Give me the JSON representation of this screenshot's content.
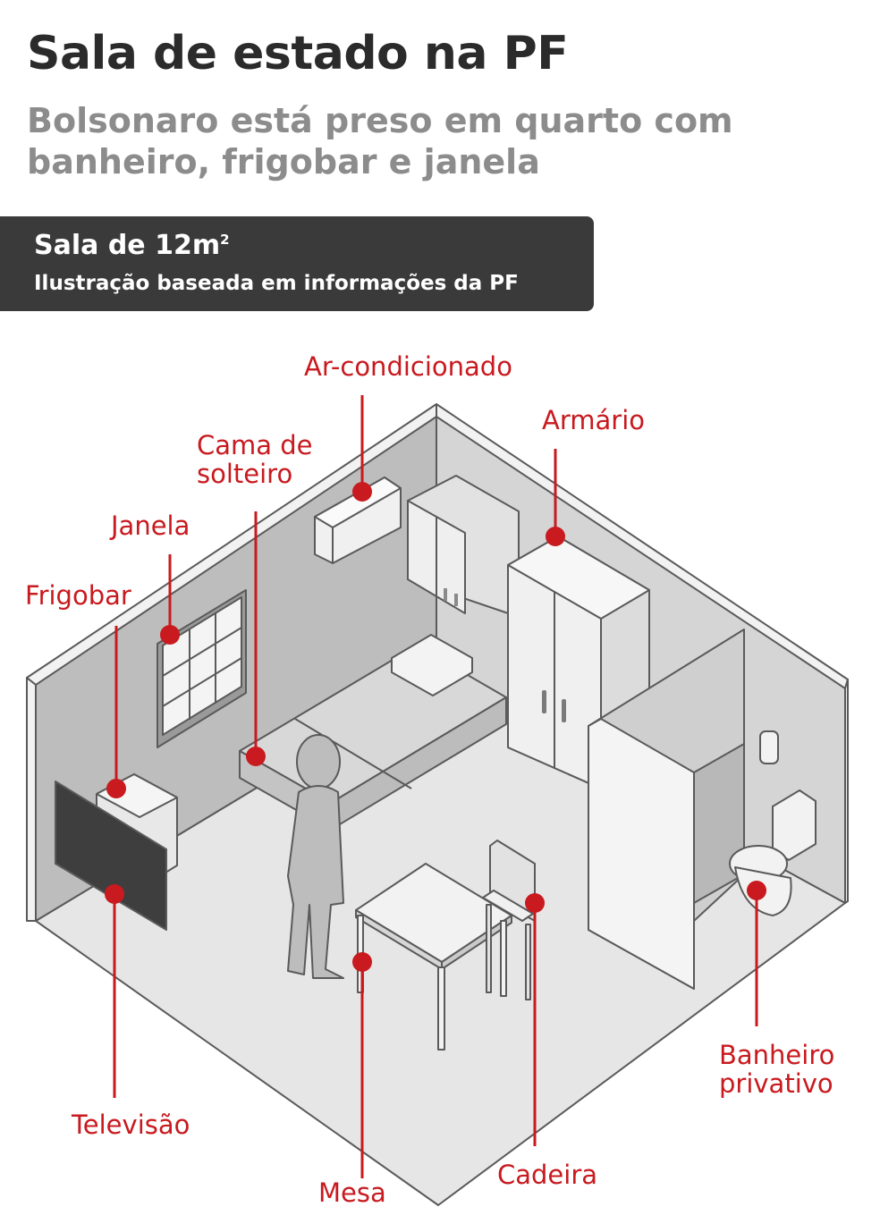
{
  "header": {
    "title": "Sala de estado na PF",
    "subtitle": "Bolsonaro está preso em quarto com banheiro, frigobar e janela"
  },
  "banner": {
    "area_text": "Sala de 12m",
    "area_superscript": "2",
    "note": "Ilustração baseada em informações da PF"
  },
  "labels": {
    "ar_condicionado": "Ar-condicionado",
    "armario": "Armário",
    "cama_line1": "Cama de",
    "cama_line2": "solteiro",
    "janela": "Janela",
    "frigobar": "Frigobar",
    "televisao": "Televisão",
    "mesa": "Mesa",
    "cadeira": "Cadeira",
    "banheiro_line1": "Banheiro",
    "banheiro_line2": "privativo"
  },
  "colors": {
    "accent": "#c81a1f",
    "banner_bg": "#3a3a3a",
    "title": "#2b2b2b",
    "subtitle": "#8c8c8c"
  }
}
